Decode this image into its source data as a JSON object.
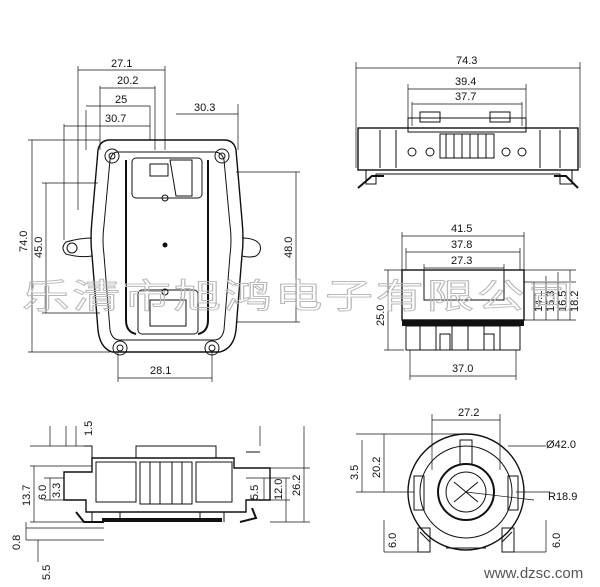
{
  "top_left_view": {
    "width_dims": [
      "27.1",
      "20.2",
      "25",
      "30.7",
      "30.3"
    ],
    "height_dims": [
      "74.0",
      "45.0",
      "48.0"
    ],
    "bottom_dim": "28.1"
  },
  "top_right_view": {
    "width_dims": [
      "74.3",
      "39.4",
      "37.7"
    ]
  },
  "middle_right_view": {
    "width_dims": [
      "41.5",
      "37.8",
      "27.3"
    ],
    "bottom_dim": "37.0",
    "height_left": "25.0",
    "height_right": [
      "14.1",
      "15.3",
      "16.5",
      "18.2"
    ]
  },
  "bottom_left_view": {
    "left_dims": [
      "1.5",
      "13.7",
      "6.0",
      "3.3",
      "0.8",
      "5.5"
    ],
    "right_dims": [
      "5.5",
      "12.0",
      "26.2"
    ]
  },
  "bottom_right_view": {
    "top_dim": "27.2",
    "diameter": "Ø42.0",
    "radius": "R18.9",
    "left_dims": [
      "3.5",
      "20.2",
      "6.0"
    ],
    "right_dim": "6.0"
  },
  "watermark": "乐清市旭鸿电子有限公司",
  "site_url": "www.dzsc.com"
}
